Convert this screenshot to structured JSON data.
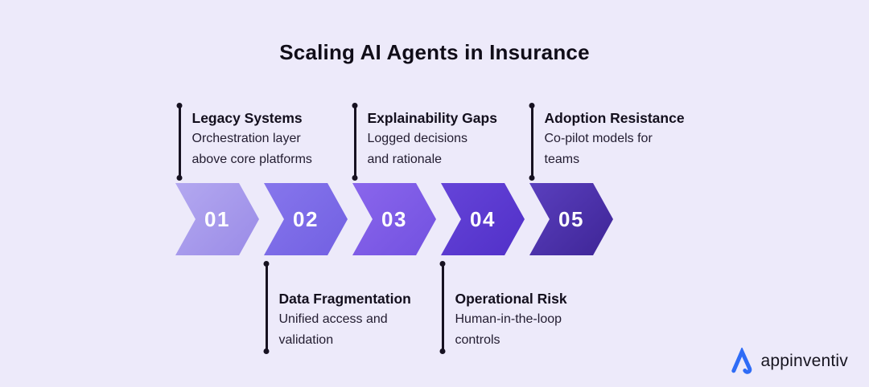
{
  "title": "Scaling AI Agents in Insurance",
  "process": {
    "steps": [
      {
        "number": "01",
        "label_position": "top",
        "heading": "Legacy Systems",
        "line1": "Orchestration layer",
        "line2": "above core platforms",
        "color_from": "#b3a8f0",
        "color_to": "#9a8be7"
      },
      {
        "number": "02",
        "label_position": "bottom",
        "heading": "Data Fragmentation",
        "line1": "Unified access and",
        "line2": "validation",
        "color_from": "#8676ec",
        "color_to": "#7260e2"
      },
      {
        "number": "03",
        "label_position": "top",
        "heading": "Explainability Gaps",
        "line1": "Logged decisions",
        "line2": "and rationale",
        "color_from": "#8a66ec",
        "color_to": "#7251e0"
      },
      {
        "number": "04",
        "label_position": "bottom",
        "heading": "Operational Risk",
        "line1": "Human-in-the-loop",
        "line2": "controls",
        "color_from": "#6544d8",
        "color_to": "#5130c8"
      },
      {
        "number": "05",
        "label_position": "top",
        "heading": "Adoption Resistance",
        "line1": "Co-pilot models for",
        "line2": "teams",
        "color_from": "#5a3fbe",
        "color_to": "#3e2596"
      }
    ]
  },
  "colors": {
    "background": "#edeafa",
    "connector_line": "#171221",
    "number_text": "#ffffff",
    "logo_blue": "#2f6cf6",
    "heading_text": "#130f1d"
  },
  "logo": {
    "brand": "appinventiv"
  }
}
